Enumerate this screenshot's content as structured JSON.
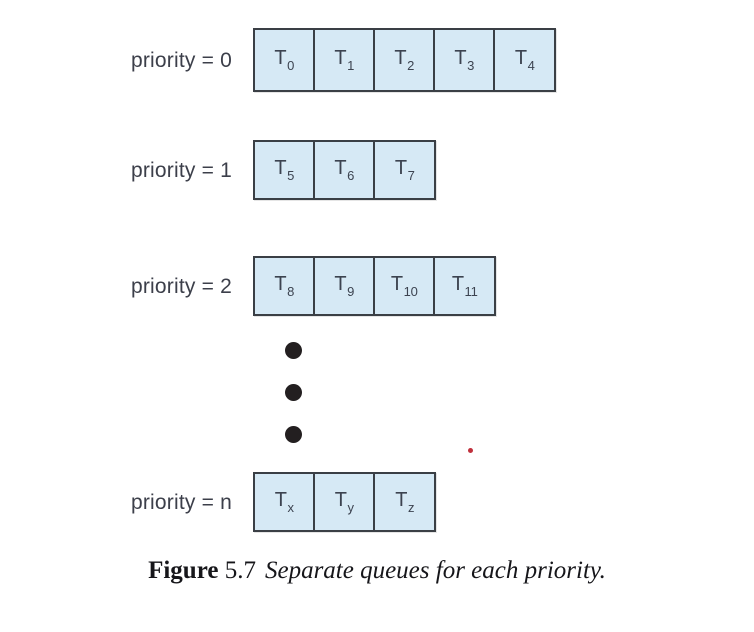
{
  "figure": {
    "caption_label": "Figure",
    "caption_number": "5.7",
    "caption_text": "Separate queues for each priority.",
    "background_color": "#ffffff",
    "cell_fill_color": "#d6e9f5",
    "cell_border_color": "#3a3f45",
    "label_color": "#3c3f4a",
    "dot_color": "#231f20",
    "speck_color": "#c0303c"
  },
  "queues": [
    {
      "label": "priority = 0",
      "cells": [
        {
          "base": "T",
          "sub": "0"
        },
        {
          "base": "T",
          "sub": "1"
        },
        {
          "base": "T",
          "sub": "2"
        },
        {
          "base": "T",
          "sub": "3"
        },
        {
          "base": "T",
          "sub": "4"
        }
      ]
    },
    {
      "label": "priority = 1",
      "cells": [
        {
          "base": "T",
          "sub": "5"
        },
        {
          "base": "T",
          "sub": "6"
        },
        {
          "base": "T",
          "sub": "7"
        }
      ]
    },
    {
      "label": "priority = 2",
      "cells": [
        {
          "base": "T",
          "sub": "8"
        },
        {
          "base": "T",
          "sub": "9"
        },
        {
          "base": "T",
          "sub": "10"
        },
        {
          "base": "T",
          "sub": "11"
        }
      ]
    },
    {
      "label": "priority = n",
      "cells": [
        {
          "base": "T",
          "sub": "x"
        },
        {
          "base": "T",
          "sub": "y"
        },
        {
          "base": "T",
          "sub": "z"
        }
      ]
    }
  ],
  "ellipsis": {
    "name": "vertical-ellipsis",
    "dot_count": 3
  }
}
